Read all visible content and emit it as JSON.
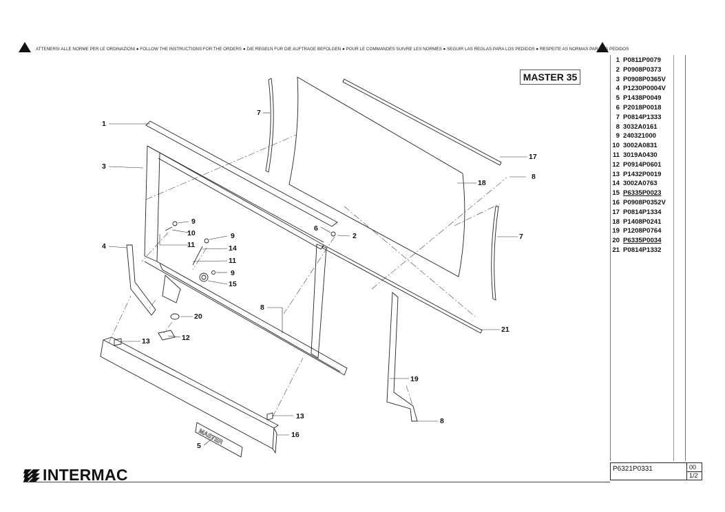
{
  "notice": "ATTENERSI ALLE NORME PER LE ORDINAZIONI ● FOLLOW THE INSTRUCTIONS FOR THE ORDERS ● DIE REGELN FUR DIE AUFTRAGE BEFOLGEN ● POUR LE COMMANDES SUIVRE LES NORMES ● SEGUIR LAS REGLAS PARA LOS PEDIDOS ● RESPEITE AS NORMAS PARA OS PEDIDOS",
  "model_title": "MASTER 35",
  "parts": [
    {
      "n": "1",
      "code": "P0811P0079",
      "underlined": false
    },
    {
      "n": "2",
      "code": "P0908P0373",
      "underlined": false
    },
    {
      "n": "3",
      "code": "P0908P0365V",
      "underlined": false
    },
    {
      "n": "4",
      "code": "P1230P0004V",
      "underlined": false
    },
    {
      "n": "5",
      "code": "P1438P0049",
      "underlined": false
    },
    {
      "n": "6",
      "code": "P2018P0018",
      "underlined": false
    },
    {
      "n": "7",
      "code": "P0814P1333",
      "underlined": false
    },
    {
      "n": "8",
      "code": "3032A0161",
      "underlined": false
    },
    {
      "n": "9",
      "code": "240321000",
      "underlined": false
    },
    {
      "n": "10",
      "code": "3002A0831",
      "underlined": false
    },
    {
      "n": "11",
      "code": "3019A0430",
      "underlined": false
    },
    {
      "n": "12",
      "code": "P0914P0601",
      "underlined": false
    },
    {
      "n": "13",
      "code": "P1432P0019",
      "underlined": false
    },
    {
      "n": "14",
      "code": "3002A0763",
      "underlined": false
    },
    {
      "n": "15",
      "code": "P6335P0023",
      "underlined": true
    },
    {
      "n": "16",
      "code": "P0908P0352V",
      "underlined": false
    },
    {
      "n": "17",
      "code": "P0814P1334",
      "underlined": false
    },
    {
      "n": "18",
      "code": "P1408P0241",
      "underlined": false
    },
    {
      "n": "19",
      "code": "P1208P0764",
      "underlined": false
    },
    {
      "n": "20",
      "code": "P6335P0034",
      "underlined": true
    },
    {
      "n": "21",
      "code": "P0814P1332",
      "underlined": false
    }
  ],
  "footer": {
    "drawing_code": "P6321P0331",
    "revision": "00",
    "page": "1/2"
  },
  "logo": "INTERMAC",
  "icons": {
    "warning": "warning-triangle-icon",
    "logo_mark": "intermac-logo-mark"
  },
  "callouts": [
    {
      "id": "c1",
      "label": "1"
    },
    {
      "id": "c3",
      "label": "3"
    },
    {
      "id": "c4",
      "label": "4"
    },
    {
      "id": "c7a",
      "label": "7"
    },
    {
      "id": "c9a",
      "label": "9"
    },
    {
      "id": "c10",
      "label": "10"
    },
    {
      "id": "c11a",
      "label": "11"
    },
    {
      "id": "c9b",
      "label": "9"
    },
    {
      "id": "c14",
      "label": "14"
    },
    {
      "id": "c11b",
      "label": "11"
    },
    {
      "id": "c9c",
      "label": "9"
    },
    {
      "id": "c15",
      "label": "15"
    },
    {
      "id": "c6",
      "label": "6"
    },
    {
      "id": "c2",
      "label": "2"
    },
    {
      "id": "c17",
      "label": "17"
    },
    {
      "id": "c18",
      "label": "18"
    },
    {
      "id": "c8a",
      "label": "8"
    },
    {
      "id": "c7b",
      "label": "7"
    },
    {
      "id": "c8b",
      "label": "8"
    },
    {
      "id": "c20",
      "label": "20"
    },
    {
      "id": "c21",
      "label": "21"
    },
    {
      "id": "c12",
      "label": "12"
    },
    {
      "id": "c13a",
      "label": "13"
    },
    {
      "id": "c19",
      "label": "19"
    },
    {
      "id": "c13b",
      "label": "13"
    },
    {
      "id": "c8c",
      "label": "8"
    },
    {
      "id": "c16",
      "label": "16"
    },
    {
      "id": "c5",
      "label": "5"
    }
  ],
  "nameplate_text": "MASTER"
}
